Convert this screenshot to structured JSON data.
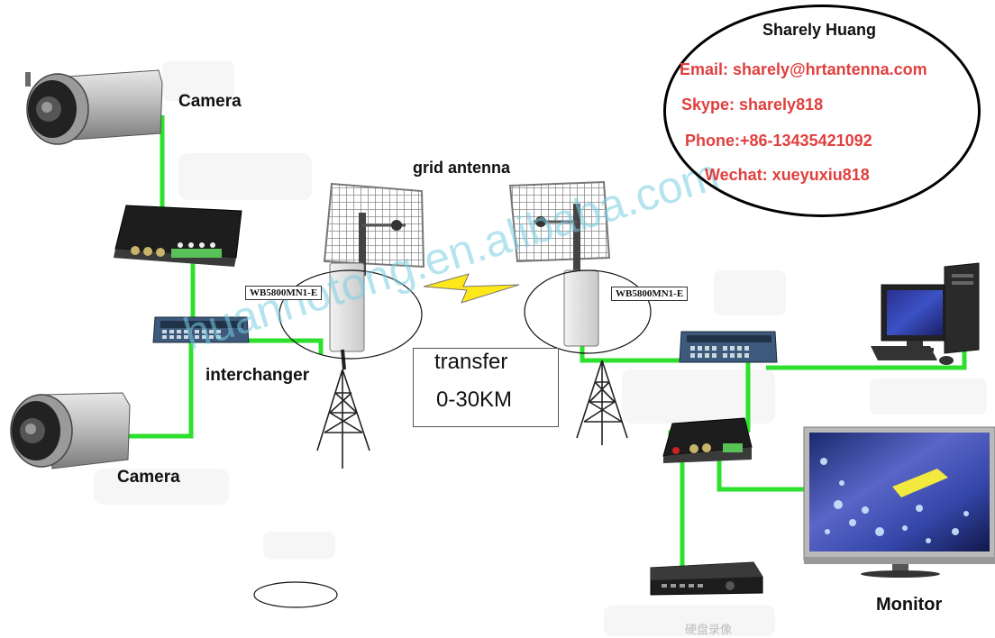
{
  "contact": {
    "name": "Sharely Huang",
    "email": "Email: sharely@hrtantenna.com",
    "skype": "Skype: sharely818",
    "phone": "Phone:+86-13435421092",
    "wechat": "Wechat: xueyuxiu818"
  },
  "labels": {
    "camera_top": "Camera",
    "camera_bottom": "Camera",
    "interchanger": "interchanger",
    "grid_antenna": "grid antenna",
    "transfer": "transfer",
    "distance": "0-30KM",
    "monitor": "Monitor",
    "model_left": "WB5800MN1-E",
    "model_right": "WB5800MN1-E",
    "dvr_caption": "硬盘录像"
  },
  "watermark": "huanhotong.en.alibaba.com",
  "colors": {
    "cable": "#2ee02e",
    "contact_text": "#e0403e",
    "watermark": "#78cde1",
    "lightning": "#ffe81a"
  },
  "icons": {
    "camera": "cctv-camera-icon",
    "encoder": "video-encoder-icon",
    "switch": "network-switch-icon",
    "antenna": "grid-antenna-icon",
    "tower": "lattice-tower-icon",
    "computer": "desktop-computer-icon",
    "monitor": "lcd-monitor-icon",
    "dvr": "dvr-recorder-icon"
  }
}
